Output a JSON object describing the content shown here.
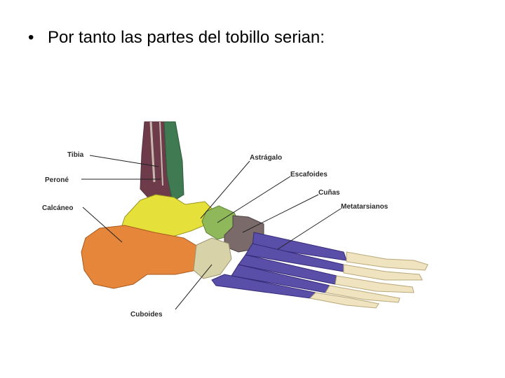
{
  "slide": {
    "bullet": "•",
    "text": "Por tanto las partes del tobillo serian:"
  },
  "diagram": {
    "labels": {
      "tibia": "Tibia",
      "perone": "Peroné",
      "calcaneo": "Calcáneo",
      "astragalo": "Astrágalo",
      "escafoides": "Escafoides",
      "cunas": "Cuñas",
      "metatarsianos": "Metatarsianos",
      "cuboides": "Cuboides"
    },
    "colors": {
      "tibia": "#6d3b4a",
      "perone": "#3f7a52",
      "astragalo": "#e6e03a",
      "calcaneo": "#e5863a",
      "escafoides": "#8fb85a",
      "cunas": "#7a6a6a",
      "cuboides": "#d8d2a8",
      "metatarsianos": "#5a4fa8",
      "falanges": "#efe3c0",
      "lines": "#222222"
    }
  }
}
